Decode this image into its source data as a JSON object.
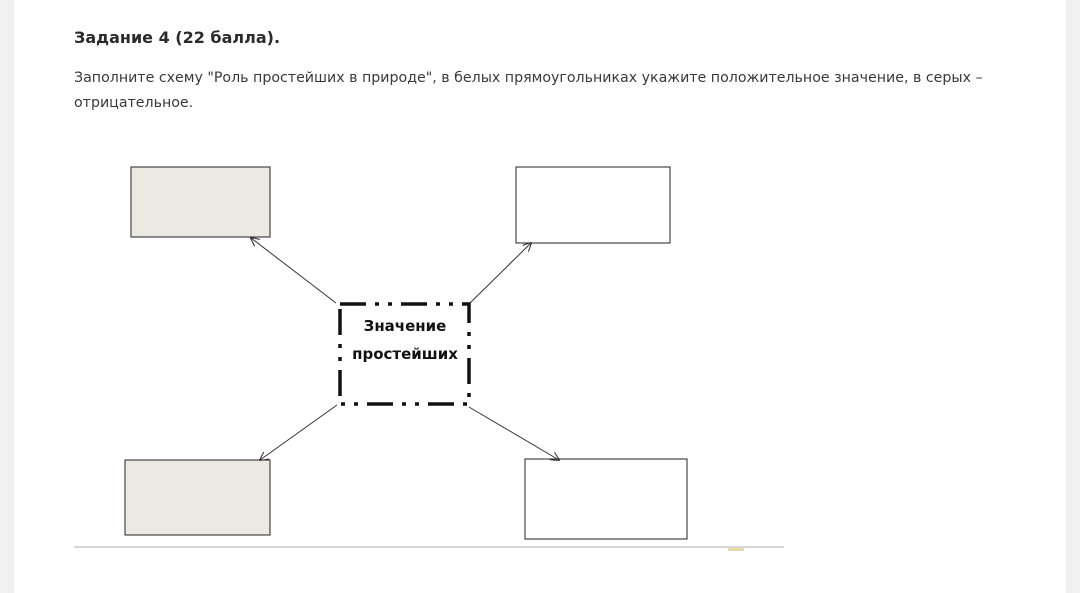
{
  "task": {
    "title": "Задание 4 (22 балла).",
    "text": "Заполните схему \"Роль простейших в природе\", в белых прямоугольниках укажите положительное значение, в серых – отрицательное."
  },
  "scheme": {
    "center_line1": "Значение",
    "center_line2": "простейших",
    "colors": {
      "negative_box": "#ebe9e1",
      "positive_box": "#ffffff",
      "border": "#222222"
    }
  }
}
